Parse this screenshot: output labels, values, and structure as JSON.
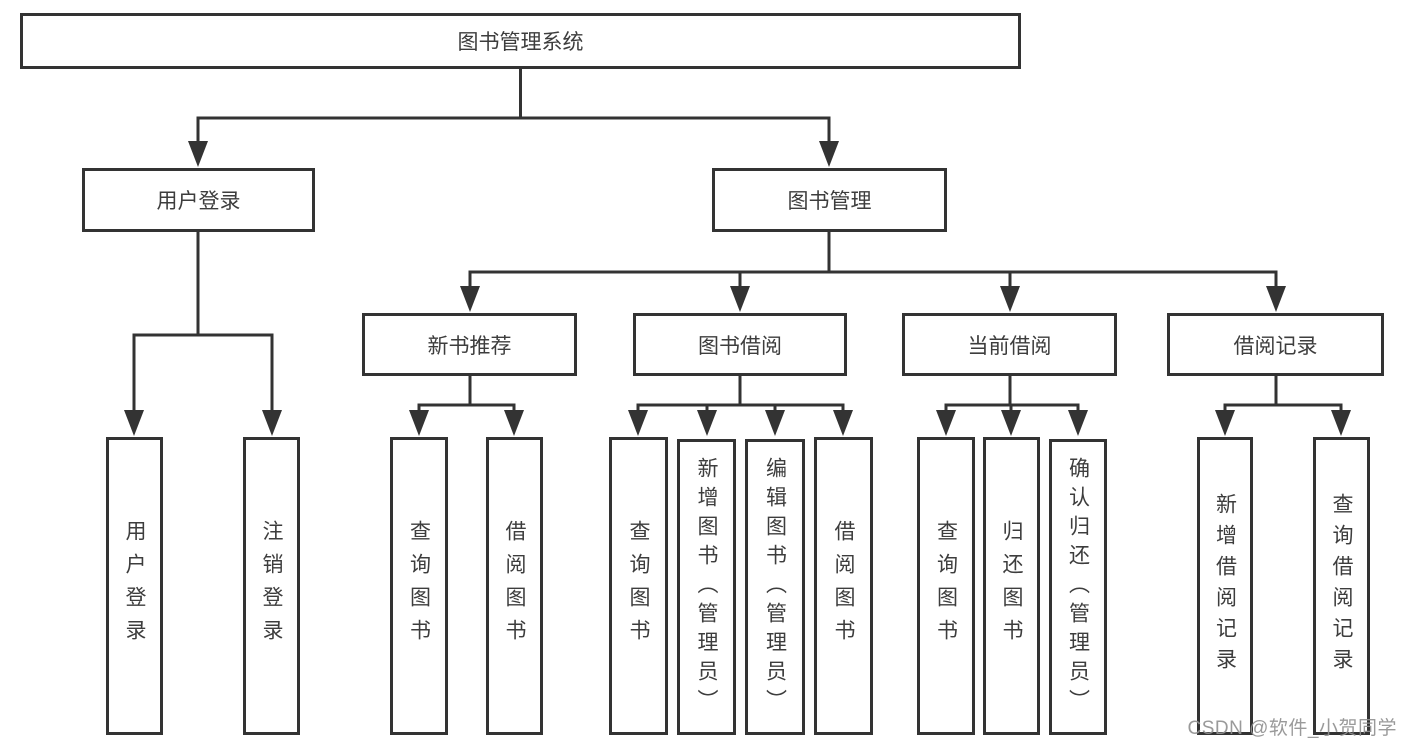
{
  "diagram": {
    "type": "tree",
    "title": "图书管理系统",
    "hierarchy": {
      "图书管理系统": {
        "用户登录": [
          "用户登录",
          "注销登录"
        ],
        "图书管理": {
          "新书推荐": [
            "查询图书",
            "借阅图书"
          ],
          "图书借阅": [
            "查询图书",
            "新增图书（管理员）",
            "编辑图书（管理员）",
            "借阅图书"
          ],
          "当前借阅": [
            "查询图书",
            "归还图书",
            "确认归还（管理员）"
          ],
          "借阅记录": [
            "新增借阅记录",
            "查询借阅记录"
          ]
        }
      }
    }
  },
  "nodes": {
    "root": "图书管理系统",
    "user_login": "用户登录",
    "book_mgmt": "图书管理",
    "new_book_rec": "新书推荐",
    "book_borrow": "图书借阅",
    "current_borrow": "当前借阅",
    "borrow_record": "借阅记录",
    "leaf_user_login": "用户登录",
    "leaf_logout": "注销登录",
    "leaf_query_book_rec": "查询图书",
    "leaf_borrow_book_rec": "借阅图书",
    "leaf_query_book_borrow": "查询图书",
    "leaf_add_book_admin": "新增图书（管理员）",
    "leaf_edit_book_admin": "编辑图书（管理员）",
    "leaf_borrow_book_borrow": "借阅图书",
    "leaf_query_book_current": "查询图书",
    "leaf_return_book": "归还图书",
    "leaf_confirm_return_admin": "确认归还（管理员）",
    "leaf_add_borrow_record": "新增借阅记录",
    "leaf_query_borrow_record": "查询借阅记录"
  },
  "watermark": "CSDN @软件_小贺同学",
  "colors": {
    "line": "#333333",
    "box_border": "#333333",
    "text": "#3d3d3d",
    "watermark": "#919191",
    "background": "#ffffff"
  }
}
